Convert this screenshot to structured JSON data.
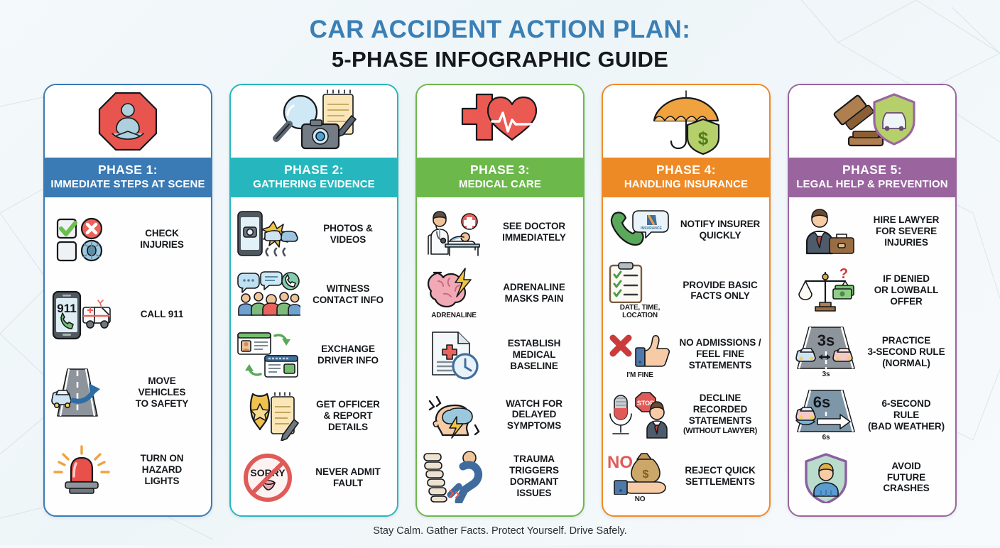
{
  "title": {
    "line1": "CAR ACCIDENT ACTION PLAN:",
    "line2": "5-PHASE INFOGRAPHIC GUIDE",
    "color_line1": "#3a7fb5",
    "color_line2": "#15181c"
  },
  "footer": {
    "text": "Stay Calm. Gather Facts. Protect Yourself. Drive Safely."
  },
  "phases": [
    {
      "band_title": "PHASE 1:",
      "band_sub": "IMMEDIATE STEPS AT SCENE",
      "color": "#3a7ab5",
      "hero_icon": "stop-sign-calm-person-icon",
      "items": [
        {
          "icon": "checklist-injury-icon",
          "label": "CHECK\nINJURIES"
        },
        {
          "icon": "phone-911-ambulance-icon",
          "label": "CALL 911"
        },
        {
          "icon": "car-move-road-icon",
          "label": "MOVE\nVEHICLES\nTO SAFETY"
        },
        {
          "icon": "hazard-beacon-light-icon",
          "label": "TURN ON\nHAZARD\nLIGHTS"
        }
      ]
    },
    {
      "band_title": "PHASE 2:",
      "band_sub": "GATHERING EVIDENCE",
      "color": "#25b7bd",
      "hero_icon": "magnifier-camera-notepad-icon",
      "items": [
        {
          "icon": "phone-camera-crash-icon",
          "label": "PHOTOS &\nVIDEOS"
        },
        {
          "icon": "witness-people-chat-icon",
          "label": "WITNESS\nCONTACT INFO"
        },
        {
          "icon": "id-card-exchange-icon",
          "label": "EXCHANGE\nDRIVER INFO"
        },
        {
          "icon": "police-badge-report-icon",
          "label": "GET OFFICER\n& REPORT\nDETAILS"
        },
        {
          "icon": "no-sorry-apology-icon",
          "label": "NEVER ADMIT\nFAULT"
        }
      ]
    },
    {
      "band_title": "PHASE 3:",
      "band_sub": "MEDICAL CARE",
      "color": "#6cb84b",
      "hero_icon": "medical-cross-heartbeat-icon",
      "items": [
        {
          "icon": "doctor-patient-bed-icon",
          "label": "SEE DOCTOR\nIMMEDIATELY"
        },
        {
          "icon": "brain-lightning-icon",
          "caption": "ADRENALINE",
          "label": "ADRENALINE\nMASKS PAIN"
        },
        {
          "icon": "medical-record-clock-icon",
          "label": "ESTABLISH\nMEDICAL\nBASELINE"
        },
        {
          "icon": "head-pain-cloud-icon",
          "label": "WATCH FOR\nDELAYED\nSYMPTOMS"
        },
        {
          "icon": "spine-back-pain-icon",
          "label": "TRAUMA\nTRIGGERS\nDORMANT\nISSUES"
        }
      ]
    },
    {
      "band_title": "PHASE 4:",
      "band_sub": "HANDLING INSURANCE",
      "color": "#ee8a26",
      "hero_icon": "umbrella-shield-dollar-icon",
      "items": [
        {
          "icon": "phone-call-insurance-icon",
          "label": "NOTIFY INSURER\nQUICKLY"
        },
        {
          "icon": "clipboard-date-time-location-icon",
          "caption": "DATE, TIME, LOCATION",
          "label": "PROVIDE BASIC\nFACTS ONLY"
        },
        {
          "icon": "no-thumbs-up-im-fine-icon",
          "caption": "I'M FINE",
          "label": "NO ADMISSIONS /\nFEEL FINE\nSTATEMENTS"
        },
        {
          "icon": "microphone-stop-agent-icon",
          "label": "DECLINE\nRECORDED\nSTATEMENTS",
          "sub": "(WITHOUT LAWYER)"
        },
        {
          "icon": "no-money-bag-hand-icon",
          "caption": "NO",
          "label": "REJECT QUICK\nSETTLEMENTS"
        }
      ]
    },
    {
      "band_title": "PHASE 5:",
      "band_sub": "LEGAL HELP & PREVENTION",
      "color": "#9a659f",
      "hero_icon": "gavel-car-shield-icon",
      "items": [
        {
          "icon": "lawyer-briefcase-icon",
          "label": "HIRE LAWYER\nFOR SEVERE\nINJURIES"
        },
        {
          "icon": "scales-money-question-icon",
          "label": "IF DENIED\nOR LOWBALL\nOFFER"
        },
        {
          "icon": "three-second-rule-cars-icon",
          "caption": "3s",
          "label": "PRACTICE\n3-SECOND RULE\n(NORMAL)"
        },
        {
          "icon": "six-second-rule-wet-road-icon",
          "caption": "6s",
          "label": "6-SECOND\nRULE\n(BAD WEATHER)"
        },
        {
          "icon": "shield-driver-safe-icon",
          "label": "AVOID\nFUTURE\nCRASHES"
        }
      ]
    }
  ]
}
